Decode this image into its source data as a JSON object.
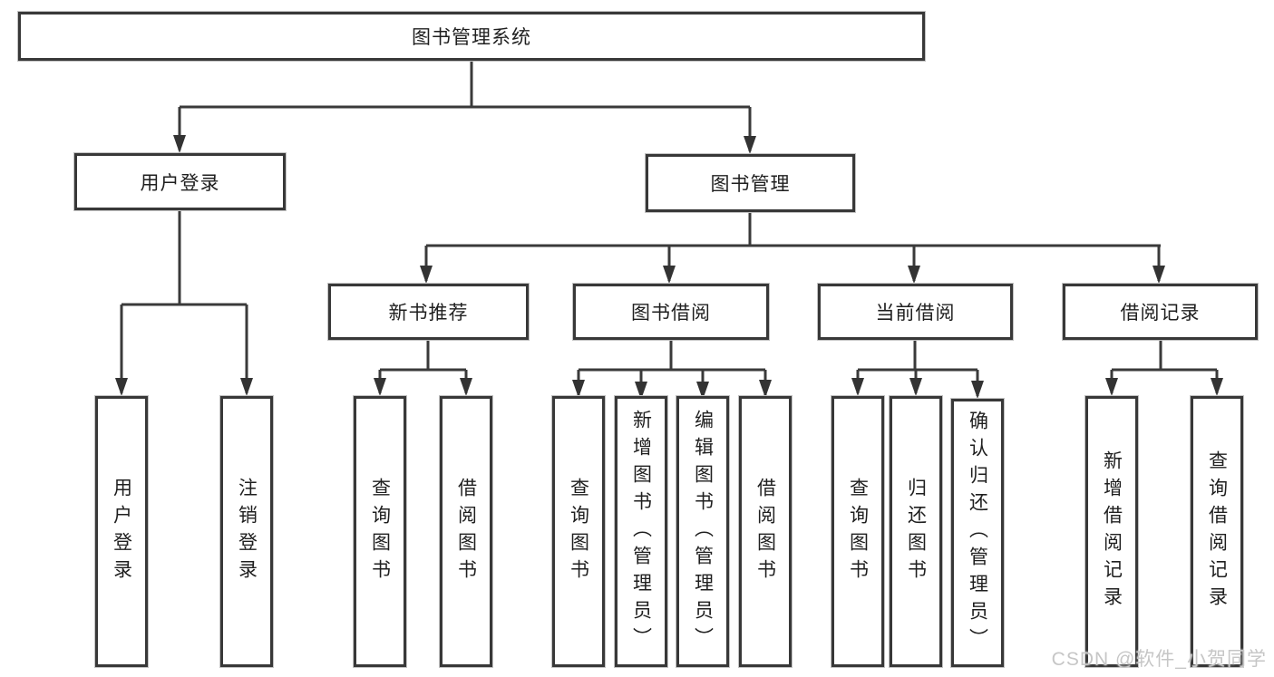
{
  "diagram": {
    "type": "hierarchy-tree",
    "watermark": "CSDN @软件_小贺同学",
    "colors": {
      "background": "#ffffff",
      "line": "#3a3a3a",
      "box_border": "#383838",
      "text": "#1f1f1f",
      "watermark": "#c6c6c6"
    },
    "nodes": {
      "root": "图书管理系统",
      "level2": [
        "用户登录",
        "图书管理"
      ],
      "level3": [
        "新书推荐",
        "图书借阅",
        "当前借阅",
        "借阅记录"
      ],
      "leaves": [
        "用户登录",
        "注销登录",
        "查询图书",
        "借阅图书",
        "查询图书",
        "新增图书（管理员）",
        "编辑图书（管理员）",
        "借阅图书",
        "查询图书",
        "归还图书",
        "确认归还（管理员）",
        "新增借阅记录",
        "查询借阅记录"
      ]
    }
  }
}
